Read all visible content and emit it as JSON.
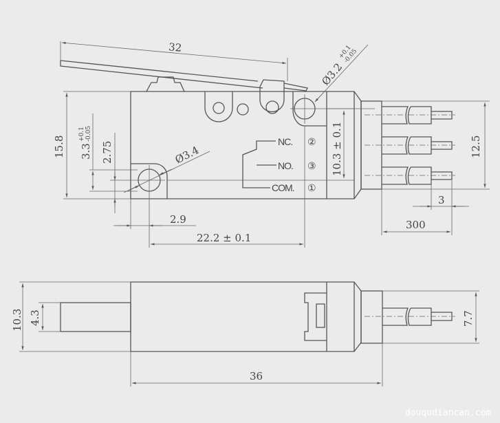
{
  "top_view": {
    "dims": {
      "lever_length": "32",
      "hole_right_dia": "Ø3.2",
      "hole_right_tol_upper": "+0.1",
      "hole_right_tol_lower": "-0.05",
      "height": "15.8",
      "hole_left_height": "3.3",
      "hole_left_tol_upper": "+0.1",
      "hole_left_tol_lower": "-0.05",
      "hole_left_offset": "2.75",
      "hole_left_dia": "Ø3.4",
      "hole_left_x": "2.9",
      "hole_spacing": "22.2 ± 0.1",
      "hole_vertical_spacing": "10.3 ± 0.1",
      "wire_pitch_span": "12.5",
      "strip_length": "3",
      "wire_length": "300"
    },
    "terminals": [
      {
        "label": "NC.",
        "number": "②"
      },
      {
        "label": "NO.",
        "number": "③"
      },
      {
        "label": "COM.",
        "number": "①"
      }
    ]
  },
  "bottom_view": {
    "dims": {
      "width": "10.3",
      "plunger_width": "4.3",
      "connector_height": "7.7",
      "body_length": "36"
    }
  },
  "watermark": "douqudiancan.com"
}
